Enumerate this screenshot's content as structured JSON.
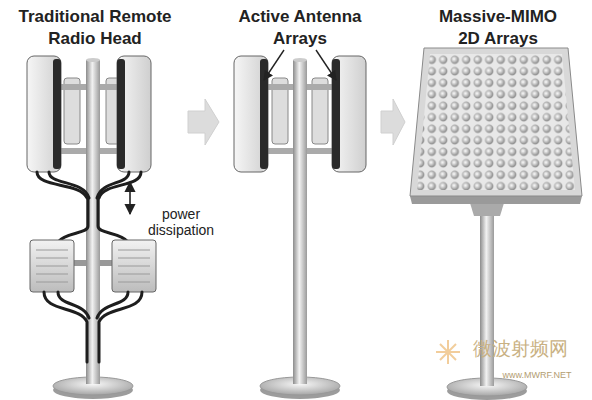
{
  "diagram": {
    "nodes": [
      {
        "text": [
          "Traditional Remote Radio Head"
        ]
      },
      {
        "text": [
          "Active Antenna Arrays"
        ]
      },
      {
        "text": [
          "Massive-MIMO 2D Arrays"
        ]
      }
    ],
    "edges": [
      {
        "from": 0,
        "to": 1,
        "arrow": "to"
      },
      {
        "from": 1,
        "to": 2,
        "arrow": "to"
      }
    ],
    "labels": [
      "power dissipation",
      "微波射频网",
      "www.MWRF.NET"
    ]
  }
}
